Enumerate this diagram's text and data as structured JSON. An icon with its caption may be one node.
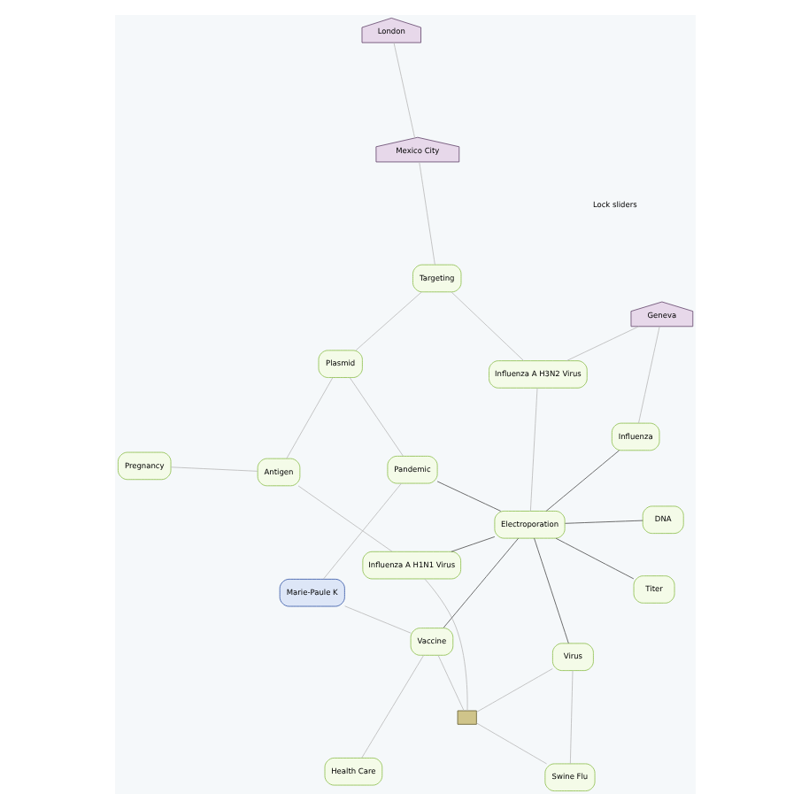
{
  "diagram": {
    "nodes": [
      {
        "text": [
          "Health Care"
        ]
      },
      {
        "text": [
          "Swine Flu"
        ]
      },
      {
        "text": [],
        "shape": "box"
      },
      {
        "text": [
          "Virus"
        ]
      },
      {
        "text": [
          "DNA"
        ]
      },
      {
        "text": [
          "Vaccine"
        ]
      },
      {
        "text": [
          "Influenza A H3N2 Virus"
        ]
      },
      {
        "text": [
          "Electroporation"
        ]
      },
      {
        "text": [
          "Influenza A H1N1 Virus"
        ]
      },
      {
        "text": [
          "Pandemic"
        ]
      },
      {
        "text": [
          "Titer"
        ]
      },
      {
        "text": [
          "Marie-Paule K"
        ]
      },
      {
        "text": [
          "Geneva"
        ]
      },
      {
        "text": [
          "Influenza"
        ]
      },
      {
        "text": [
          "Plasmid"
        ]
      },
      {
        "text": [
          "Targeting"
        ]
      },
      {
        "text": [
          "Antigen"
        ]
      },
      {
        "text": [
          "Mexico City"
        ]
      },
      {
        "text": [
          "Pregnancy"
        ]
      },
      {
        "text": [
          "London"
        ]
      }
    ],
    "edges": [
      {
        "from": 3,
        "to": 7,
        "arrow": "none",
        "color": "#555555"
      },
      {
        "from": 10,
        "to": 7,
        "arrow": "none",
        "color": "#555555"
      },
      {
        "from": 7,
        "to": 13,
        "arrow": "none",
        "color": "#555555"
      },
      {
        "from": 7,
        "to": 5,
        "arrow": "none",
        "color": "#555555"
      },
      {
        "from": 7,
        "to": 4,
        "arrow": "none",
        "color": "#555555"
      },
      {
        "from": 7,
        "to": 9,
        "arrow": "none",
        "color": "#555555"
      },
      {
        "from": 7,
        "to": 8,
        "arrow": "none",
        "color": "#555555"
      },
      {
        "from": 2,
        "to": 5,
        "arrow": "none"
      },
      {
        "from": 5,
        "to": 11,
        "arrow": "none"
      },
      {
        "from": 1,
        "to": 2,
        "arrow": "none"
      },
      {
        "from": 2,
        "to": 8,
        "arrow": "none"
      },
      {
        "from": 3,
        "to": 2,
        "arrow": "none"
      },
      {
        "from": 0,
        "to": 5,
        "arrow": "none"
      },
      {
        "from": 1,
        "to": 3,
        "arrow": "none"
      },
      {
        "from": 6,
        "to": 7,
        "arrow": "none"
      },
      {
        "from": 6,
        "to": 12,
        "arrow": "none"
      },
      {
        "from": 12,
        "to": 13,
        "arrow": "none"
      },
      {
        "from": 6,
        "to": 15,
        "arrow": "none"
      },
      {
        "from": 15,
        "to": 14,
        "arrow": "none"
      },
      {
        "from": 14,
        "to": 16,
        "arrow": "none"
      },
      {
        "from": 9,
        "to": 14,
        "arrow": "none"
      },
      {
        "from": 8,
        "to": 16,
        "arrow": "none"
      },
      {
        "from": 16,
        "to": 18,
        "arrow": "none"
      },
      {
        "from": 17,
        "to": 19,
        "arrow": "none"
      },
      {
        "from": 15,
        "to": 17,
        "arrow": "none"
      },
      {
        "from": 9,
        "to": 11,
        "arrow": "none"
      }
    ],
    "labels": [
      "Lock sliders"
    ]
  }
}
